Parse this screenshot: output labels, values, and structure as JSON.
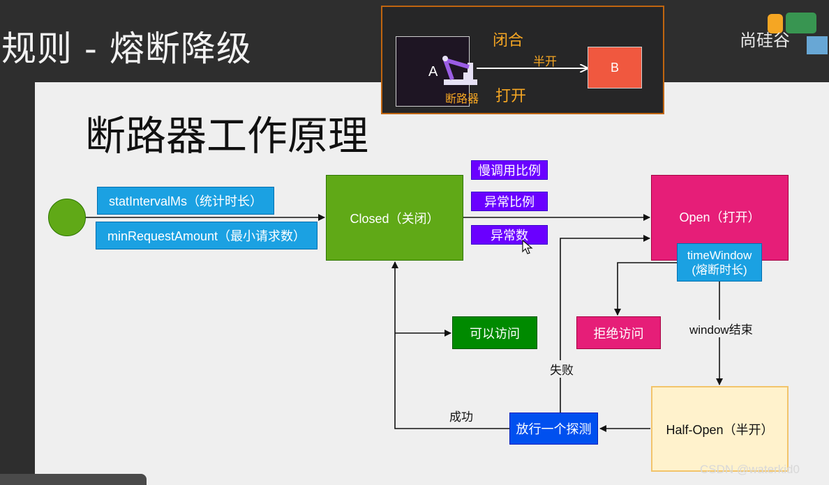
{
  "header": {
    "title": "规则 - 熔断降级",
    "brand": "尚硅谷"
  },
  "slide": {
    "title": "断路器工作原理"
  },
  "nodes": {
    "closed": "Closed（关闭）",
    "open": "Open（打开）",
    "half_open": "Half-Open（半开）",
    "stat_interval": "statIntervalMs（统计时长）",
    "min_request": "minRequestAmount（最小请求数）",
    "slow_ratio": "慢调用比例",
    "error_ratio": "异常比例",
    "error_count": "异常数",
    "time_window_1": "timeWindow",
    "time_window_2": "(熔断时长)",
    "reject": "拒绝访问",
    "allow": "可以访问",
    "probe": "放行一个探测"
  },
  "edge_labels": {
    "window_end": "window结束",
    "fail": "失败",
    "success": "成功"
  },
  "inset": {
    "a": "A",
    "b": "B",
    "breaker": "断路器",
    "closed": "闭合",
    "half_open": "半开",
    "open": "打开"
  },
  "watermark": "CSDN @waterkid0",
  "colors": {
    "closed": "#60a917",
    "open": "#e61e78",
    "half_open": "#fff2cc",
    "blue": "#1ba1e2",
    "purple": "#6a00ff",
    "reject": "#e61e78",
    "allow": "#008a00",
    "probe": "#0050ef",
    "inset_border": "#c0650f",
    "inset_b": "#f0583f"
  }
}
